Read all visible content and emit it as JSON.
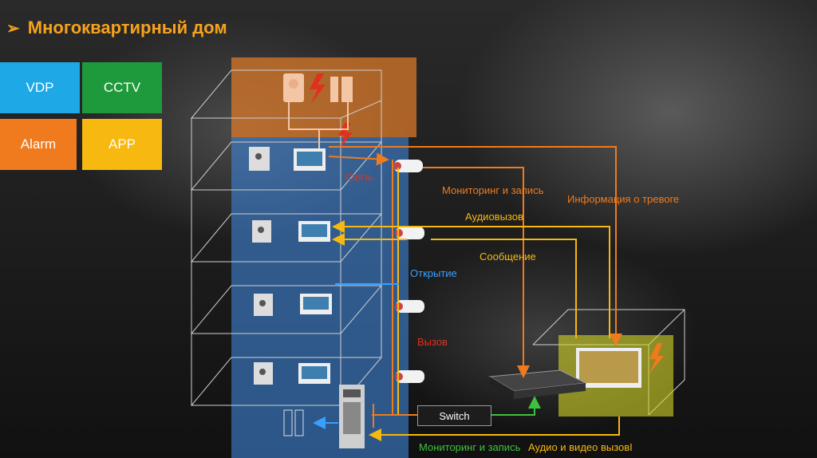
{
  "title": "Многоквартирный дом",
  "tiles": [
    {
      "label": "VDP",
      "color": "#1ea8e6"
    },
    {
      "label": "CCTV",
      "color": "#1e9a3c"
    },
    {
      "label": "Alarm",
      "color": "#f07b1e"
    },
    {
      "label": "APP",
      "color": "#f7b80f"
    }
  ],
  "labels": {
    "svyaz": "Связь",
    "monitoring_top": "Мониторинг и запись",
    "alarm_info": "Информация о тревоге",
    "audiovyzov": "Аудиовызов",
    "soobshchenie": "Сообщение",
    "otkrytie": "Открытие",
    "vyzov": "Вызов",
    "switch": "Switch",
    "monitoring_bottom": "Мониторинг и запись",
    "av_call": "Аудио и видео вызовI"
  },
  "colors": {
    "accent": "#f7a21b",
    "orange": "#f07b1e",
    "yellow": "#f7b80f",
    "green": "#3fc13f",
    "blue": "#3aa0ff",
    "red": "#e0301e"
  },
  "icons": [
    "lightning-icon",
    "pir-sensor-icon",
    "door-contact-icon",
    "camera-icon",
    "indoor-monitor-icon",
    "outdoor-station-icon",
    "nvr-icon"
  ]
}
